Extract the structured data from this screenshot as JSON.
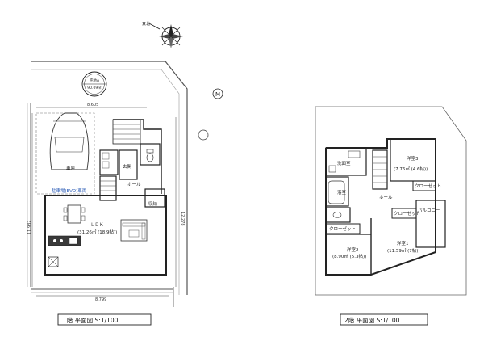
{
  "compass": {
    "label": "真北"
  },
  "m_mark": "M",
  "site_badge": {
    "top": "宅地A",
    "bottom": "90.09㎡"
  },
  "floor1": {
    "title": "1階 平面図 S:1/100",
    "dims": {
      "top": "8.605",
      "bottom": "8.799",
      "left": "11.932",
      "right": "12.278"
    },
    "parking_label": "車庫",
    "parking_note": "駐車場(EVO)車両",
    "rooms": {
      "hall": "ホール",
      "entry": "玄関",
      "storage": "収納",
      "ldk_name": "ＬＤＫ",
      "ldk_area": "(31.26㎡ (18.9帖))"
    }
  },
  "floor2": {
    "title": "2階 平面図 S:1/100",
    "rooms": {
      "washroom": "洗面室",
      "bath": "浴室",
      "room3_name": "洋室3",
      "room3_area": "(7.76㎡ (4.6帖))",
      "closet_a": "クローゼット",
      "hall": "ホール",
      "closet_b": "クローゼット",
      "balcony": "バルコニー",
      "closet_c": "クローゼット",
      "room2_name": "洋室2",
      "room2_area": "(8.90㎡ (5.3帖))",
      "room1_name": "洋室1",
      "room1_area": "(11.59㎡ (7帖))"
    }
  }
}
